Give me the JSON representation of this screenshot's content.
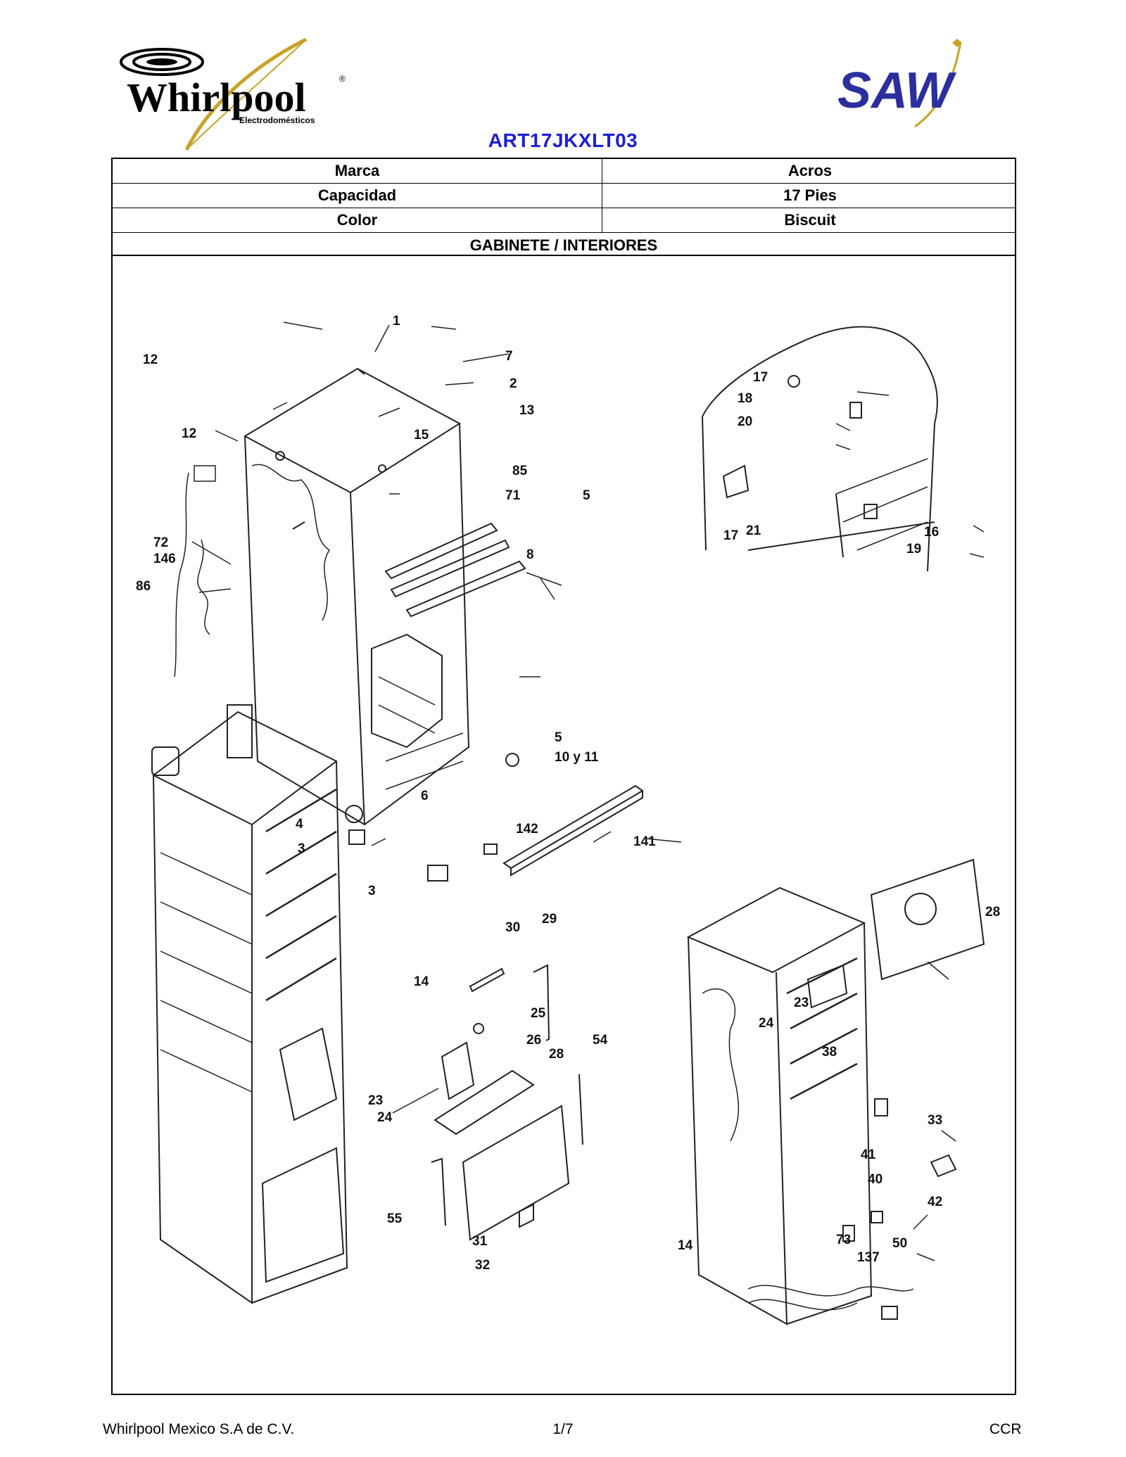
{
  "header": {
    "brand_logo": {
      "name": "Whirlpool",
      "registered": "®",
      "subtitle": "Electrodomésticos"
    },
    "partner_logo": {
      "name": "SAW"
    },
    "model_code": "ART17JKXLT03"
  },
  "specs": [
    {
      "label": "Marca",
      "value": "Acros"
    },
    {
      "label": "Capacidad",
      "value": "17 Pies"
    },
    {
      "label": "Color",
      "value": "Biscuit"
    }
  ],
  "section_title": "GABINETE / INTERIORES",
  "diagram": {
    "callouts": [
      "1",
      "7",
      "2",
      "13",
      "15",
      "85",
      "71",
      "5",
      "8",
      "12",
      "12",
      "72",
      "146",
      "86",
      "5",
      "10 y 11",
      "6",
      "4",
      "3",
      "142",
      "141",
      "3",
      "17",
      "18",
      "20",
      "17",
      "21",
      "16",
      "19",
      "30",
      "29",
      "14",
      "25",
      "26",
      "28",
      "54",
      "23",
      "24",
      "55",
      "31",
      "32",
      "28",
      "23",
      "24",
      "38",
      "33",
      "41",
      "40",
      "42",
      "14",
      "50",
      "137",
      "73"
    ]
  },
  "footer": {
    "company": "Whirlpool Mexico S.A de C.V.",
    "page": "1/7",
    "code": "CCR"
  },
  "colors": {
    "model_code": "#1d1dd6",
    "saw_blue": "#2b2f9e",
    "gold": "#c9a227",
    "line": "#222222"
  }
}
